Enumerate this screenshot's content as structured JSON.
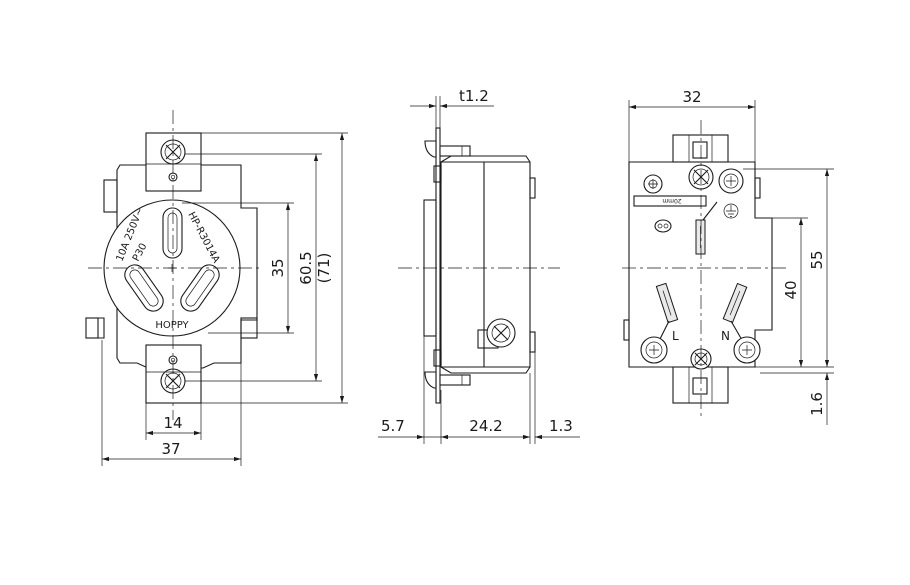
{
  "front_view": {
    "marking_rating": "10A 250V~",
    "marking_model": "HP-R3014A",
    "marking_code": "P30",
    "marking_brand": "HOPPY"
  },
  "side_view": {},
  "rear_view": {
    "terminal_line": "L",
    "terminal_neutral": "N",
    "strip_gauge_label": "20mm"
  },
  "dimensions": {
    "front_width_outer": "37",
    "front_width_inner": "14",
    "front_height_35": "35",
    "front_height_60_5": "60.5",
    "front_height_71": "(71)",
    "side_plate_thickness": "t1.2",
    "side_depth_5_7": "5.7",
    "side_depth_24_2": "24.2",
    "side_depth_1_3": "1.3",
    "rear_width": "32",
    "rear_height_55": "55",
    "rear_height_40": "40",
    "rear_offset_1_6": "1.6"
  }
}
